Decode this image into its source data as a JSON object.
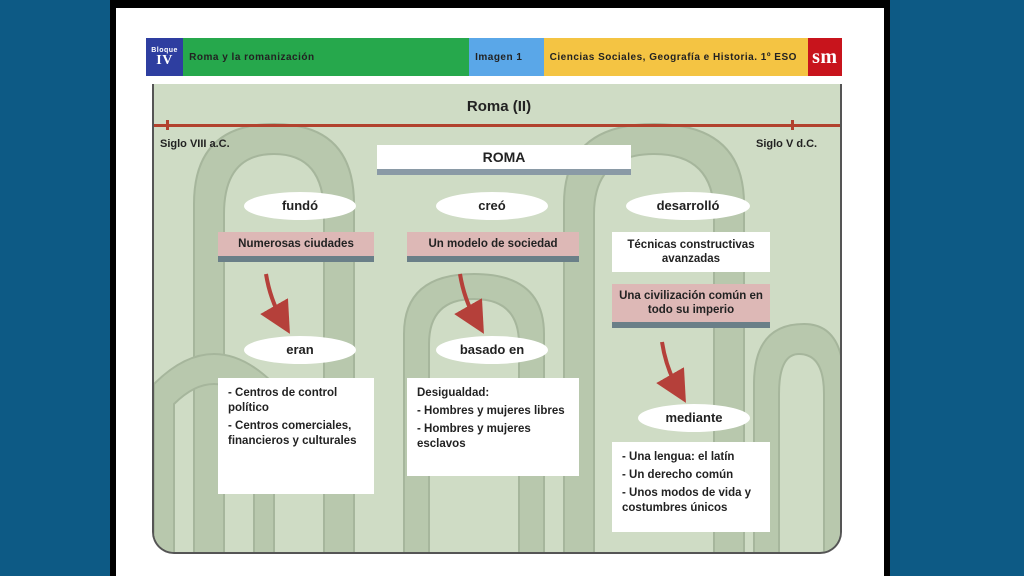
{
  "header": {
    "bloque_label": "Bloque",
    "bloque_num": "IV",
    "tema": "Roma y la romanización",
    "imagen": "Imagen 1",
    "materia": "Ciencias Sociales, Geografía e Historia. 1º ESO",
    "logo": "sm"
  },
  "diagram": {
    "title": "Roma (II)",
    "timeline_start": "Siglo VIII a.C.",
    "timeline_end": "Siglo V d.C.",
    "root": "ROMA",
    "verbs": {
      "fundo": "fundó",
      "creo": "creó",
      "desarrollo": "desarrolló"
    },
    "nodes": {
      "ciudades": "Numerosas ciudades",
      "modelo": "Un modelo de sociedad",
      "tecnicas": "Técnicas constructivas avanzadas",
      "civilizacion": "Una civilización común en todo su imperio"
    },
    "connectors": {
      "eran": "eran",
      "basado": "basado en",
      "mediante": "mediante"
    },
    "lists": {
      "eran": [
        "- Centros de control político",
        "- Centros comerciales, financieros y culturales"
      ],
      "basado_heading": "Desigualdad:",
      "basado": [
        "- Hombres y mujeres libres",
        "- Hombres y mujeres esclavos"
      ],
      "mediante": [
        "- Una lengua: el latín",
        "- Un derecho común",
        "- Unos modos de vida y costumbres únicos"
      ]
    }
  },
  "colors": {
    "background": "#0d5a85",
    "panel": "#cfdcc5",
    "timeline": "#b2422e",
    "pink_box": "#ddb8b6",
    "arrow": "#b5403a"
  }
}
